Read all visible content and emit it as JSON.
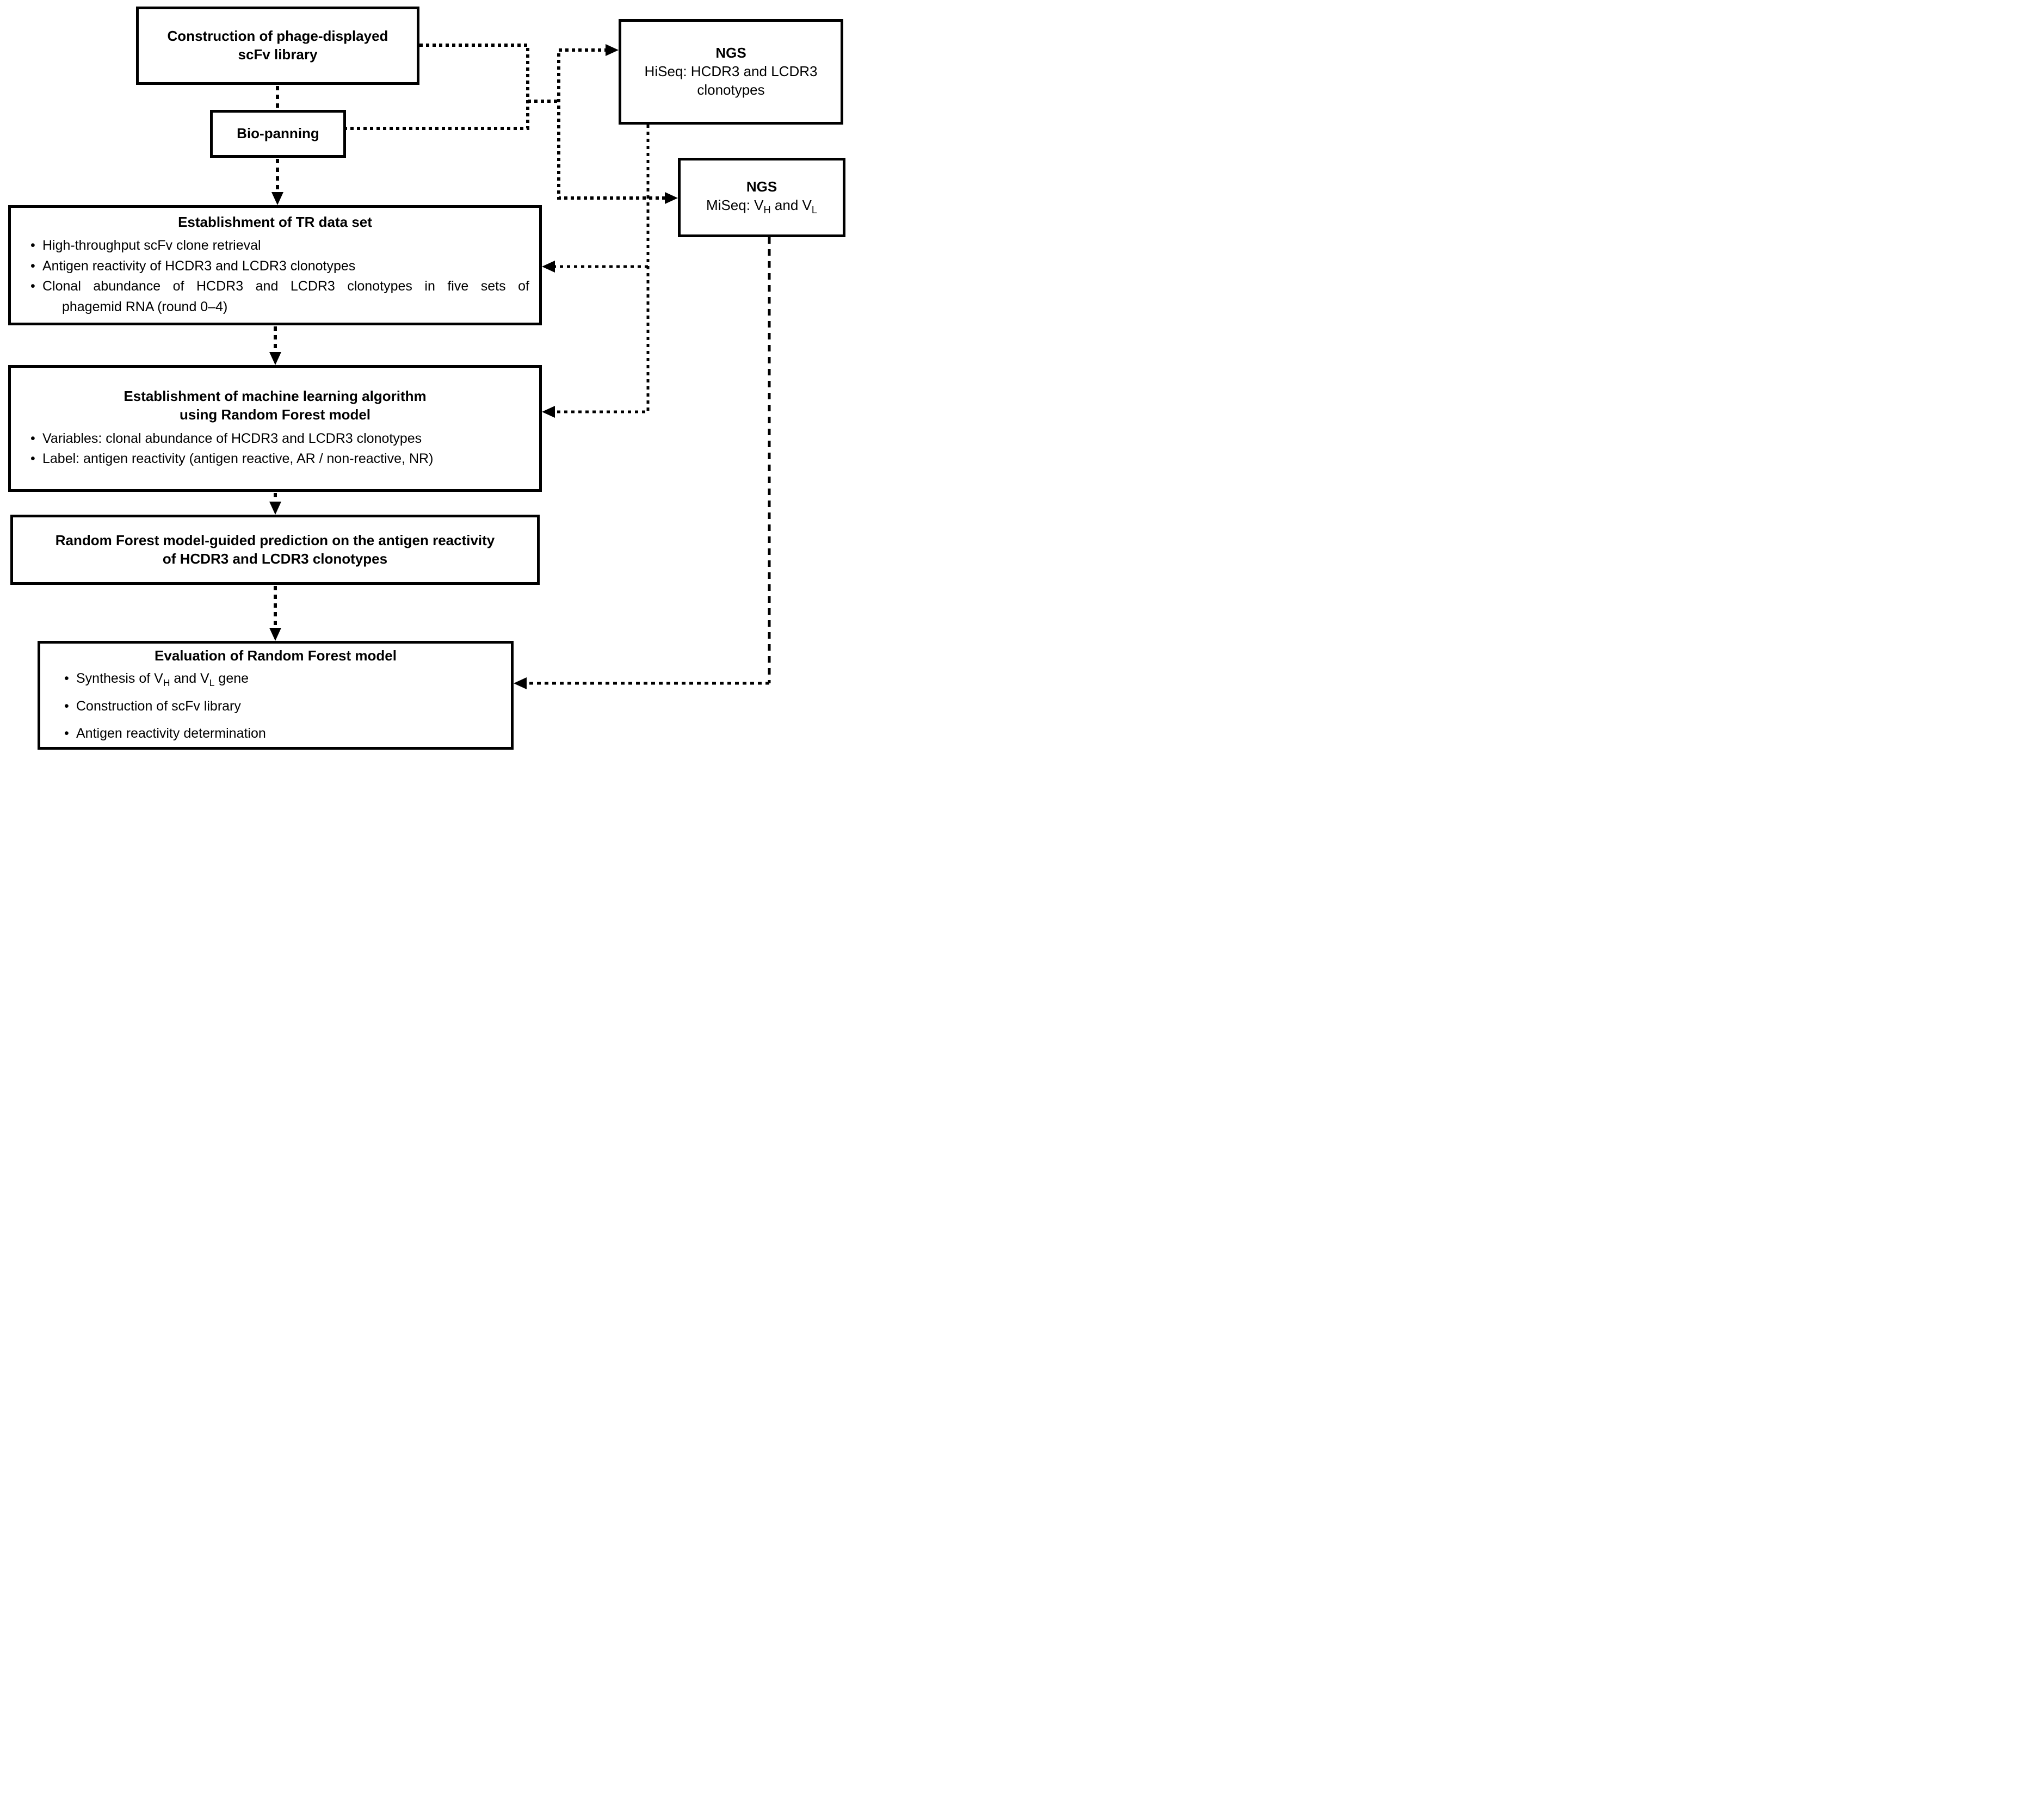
{
  "colors": {
    "line": "#000000",
    "background": "#ffffff"
  },
  "boxes": {
    "construction": {
      "title_line1": "Construction of phage-displayed",
      "title_line2": "scFv library"
    },
    "biopanning": {
      "title": "Bio-panning"
    },
    "ngs_hiseq": {
      "title": "NGS",
      "subtitle": "HiSeq: HCDR3 and LCDR3 clonotypes"
    },
    "ngs_miseq": {
      "title": "NGS",
      "subtitle_pre": "MiSeq: V",
      "subtitle_sub1": "H",
      "subtitle_mid": " and V",
      "subtitle_sub2": "L"
    },
    "tr": {
      "title": "Establishment of TR data set",
      "bullet1": "High-throughput scFv clone retrieval",
      "bullet2": "Antigen reactivity of HCDR3 and LCDR3 clonotypes",
      "bullet3_line1": "Clonal abundance of HCDR3 and LCDR3 clonotypes in five sets of",
      "bullet3_line2": "phagemid RNA (round 0–4)"
    },
    "ml": {
      "title_line1": "Establishment of machine learning algorithm",
      "title_line2": "using Random Forest model",
      "bullet1": "Variables: clonal abundance of HCDR3 and LCDR3 clonotypes",
      "bullet2": "Label: antigen reactivity (antigen reactive, AR / non-reactive, NR)"
    },
    "prediction": {
      "title_line1": "Random Forest model-guided prediction on the antigen reactivity",
      "title_line2": "of HCDR3 and LCDR3 clonotypes"
    },
    "evaluation": {
      "title": "Evaluation of Random Forest model",
      "bullet1_pre": "Synthesis of V",
      "bullet1_sub1": "H",
      "bullet1_mid": " and V",
      "bullet1_sub2": "L",
      "bullet1_post": " gene",
      "bullet2": "Construction of scFv library",
      "bullet3": "Antigen reactivity determination"
    }
  }
}
